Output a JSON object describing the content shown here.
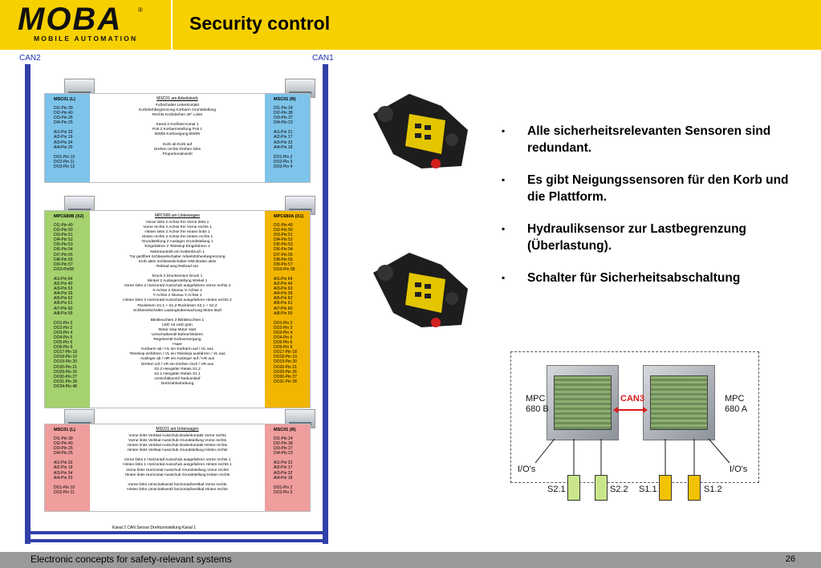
{
  "header": {
    "logo": "MOBA",
    "logo_sub": "MOBILE AUTOMATION",
    "reg": "®",
    "title": "Security control"
  },
  "footer": {
    "text": "Electronic concepts for safety-relevant systems",
    "page": "26"
  },
  "buses": {
    "left": "CAN2",
    "right": "CAN1"
  },
  "colors": {
    "yellow": "#f7d000",
    "blue_bus": "#3140a8",
    "blue_block": "#7ec3ea",
    "green_block": "#a5d16e",
    "pink_block": "#ef9d9d",
    "orange_block": "#f2b600"
  },
  "blocks": [
    {
      "left_head": "MSC01 (L)",
      "right_head": "MSC01 (R)",
      "mid_head": "MSC01 am Arbeitskorb",
      "left_pins": [
        "DI1-Pin 39",
        "DI2-Pin 40",
        "DI3-Pin 26",
        "DI4-Pin 25",
        "",
        "AI1-Pin 33",
        "AI2-Pin 19",
        "AI3-Pin 34",
        "AI4-Pin 20",
        "",
        "DO1-Pin 10",
        "DO2-Pin 11",
        "DO3-Pin 12"
      ],
      "right_pins": [
        "DI1-Pin 24",
        "DI2-Pin 38",
        "DI3-Pin 37",
        "DI4-Pin 23",
        "",
        "AI1-Pin 31",
        "AI2-Pin 17",
        "AI3-Pin 32",
        "AI4-Pin 18",
        "",
        "DO1-Pin 2",
        "DO2-Pin 3",
        "DO3-Pin 4"
      ],
      "rows": [
        "Fußschalter    Leiterkontakt",
        "Korbdrehbegrenzung    Korbarm Grundstellung",
        "Rechts Korbdrehen 45° Links",
        "",
        "Kanal 2 Korblast Kanal 1",
        "Poti 2 Korbarmstellung Poti 1",
        "BW05 Korbneigung BW06",
        "",
        "Korb ab    Korb auf",
        "Drehen rechts    Drehen links",
        "Proportionalventil"
      ]
    },
    {
      "left_head": "MPC680B (X2)",
      "right_head": "MPC680A (X1)",
      "mid_head": "MPC680 am Unterwagen",
      "left_pins": [
        "DI1-Pin 49",
        "DI2-Pin 50",
        "DI3-Pin 51",
        "DI4-Pin 52",
        "DI5-Pin 53",
        "DI6-Pin 54",
        "DI7-Pin 55",
        "DI8-Pin 56",
        "DI9-Pin 57",
        "DI10-Pin58",
        "",
        "AI1-Pin 64",
        "AI2-Pin 40",
        "AI3-Pin 63",
        "AI4-Pin 39",
        "AI5-Pin 62",
        "AI6-Pin 61",
        "AI7-Pin 60",
        "AI8-Pin 59",
        "",
        "DO1-Pin 2",
        "DO2-Pin 3",
        "DO3-Pin 4",
        "DO4-Pin 5",
        "DO5-Pin 6",
        "DO6-Pin 9",
        "DO17-Pin 18",
        "DO18-Pin 19",
        "DO19-Pin 20",
        "DO20-Pin 21",
        "DO29-Pin 26",
        "DO30-Pin 27",
        "DO31-Pin 28",
        "DO34-Pin 48"
      ],
      "right_pins": [
        "DI1-Pin 49",
        "DI2-Pin 50",
        "DI3-Pin 51",
        "DI4-Pin 52",
        "DI5-Pin 53",
        "DI6-Pin 54",
        "DI7-Pin 55",
        "DI8-Pin 56",
        "DI9-Pin 57",
        "DI10-Pin 58",
        "",
        "AI1-Pin 64",
        "AI2-Pin 40",
        "AI3-Pin 63",
        "AI4-Pin 39",
        "AI5-Pin 62",
        "AI6-Pin 61",
        "AI7-Pin 60",
        "AI8-Pin 59",
        "",
        "DO1-Pin 2",
        "DO2-Pin 3",
        "DO3-Pin 4",
        "DO4-Pin 5",
        "DO5-Pin 6",
        "DO6-Pin 9",
        "DO17-Pin 18",
        "DO18-Pin 19",
        "DO19-Pin 20",
        "DO20-Pin 21",
        "DO29-Pin 26",
        "DO30-Pin 27",
        "DO31-Pin 28"
      ],
      "rows": [
        "Vorne links 2 Achse frei Vorne links 1",
        "Vorne rechts 2 Achse frei Vorne rechts 1",
        "Hinten links 2 Achse frei Hinten links 1",
        "Hinten rechts 2 Achse frei Hinten rechts 1",
        "Grundstellung 2 Ausleger Grundstellung 1",
        "Eingefahren 2 Teleskop Eingefahren 1",
        "Nebenantrieb ein    Kettenbruch 1",
        "Tür geöffnet    Schlüsselschalter Arbeitshöhenbegrenzung",
        "Korb aktiv Schlüsselschalter HMI Boden aktiv",
        "Rebrad weg    Reibrad ran",
        "",
        "Druck 2 Drucksensor Druck 1",
        "Winkel 2 Auslegerstellung Winkel 1",
        "Vorne links 2 Horizontal Ausschub ausgefahren Vorne rechts 2",
        "X-Achse 2 Niveau X-Achse 1",
        "Y-Achse 2 Niveau Y-Achse 1",
        "Hinten links 2 Horizontal Ausschub ausgefahren Hinten rechts 2",
        "Rücklesen S1,1 + S1,2    Rücklesen S2,1 + S2,2",
        "Schlüsselschalter Ladungsüberwachung    Motor läuft",
        "",
        "Blinkleuchten 2    Blinkleuchten 1",
        "LED rot    LED grün",
        "Motor stop    Motor start",
        "Umschaltventil Bühne/Stützen",
        "Regelventil    Korbversorgung",
        "Hupe",
        "Korbarm ab / HL ein    Korbarm auf / HL aus",
        "Teleskop einfahren / VL ein    Teleskop ausfahren / VL aus",
        "Ausleger ab / HR ein    Ausleger auf / HR aus",
        "Drehen UZ / VR ein    Drehen GUZ / VR aus",
        "S2.2    Hengstler Relais    S1.2",
        "S2.1    Hengstler Relais    S1.1",
        "Umschaltventil Tankumlauf",
        "Drehzahlanhebung"
      ]
    },
    {
      "left_head": "MSC01 (L)",
      "right_head": "MSC01 (R)",
      "mid_head": "MSC01 am Unterwagen",
      "left_pins": [
        "DI1-Pin 39",
        "DI2-Pin 40",
        "DI3-Pin 26",
        "DI4-Pin 25",
        "",
        "AI1-Pin 33",
        "AI2-Pin 19",
        "AI3-Pin 34",
        "AI4-Pin 20",
        "",
        "DO1-Pin 10",
        "DO2-Pin 11"
      ],
      "right_pins": [
        "DI1-Pin 24",
        "DI2-Pin 38",
        "DI3-Pin 37",
        "DI4-Pin 23",
        "",
        "AI1-Pin 31",
        "AI2-Pin 17",
        "AI3-Pin 32",
        "AI4-Pin 18",
        "",
        "DO1-Pin 2",
        "DO2-Pin 3"
      ],
      "rows": [
        "Vorne links Vertikal Ausschub Bodenkontakt Vorne rechts",
        "Vorne links Vertikal Ausschub Grundstellung Vorne rechts",
        "Hinten links Vertikal Ausschub Bodenkontakt Hinten rechts",
        "Hinten links Vertikal Ausschub Grundstellung Hinten rechts",
        "",
        "Vorne links 1 Horizontal Ausschub ausgefahren Vorne rechts 1",
        "Hinten links 1 Horizontal Ausschub ausgefahren Hinten rechts 1",
        "Vorne links Horizontal Ausschub Grundstellung Vorne rechts",
        "Hinten links Horizontal Ausschub Grundstellung Hinten rechts",
        "",
        "Vorne links Umschaltventil horizontal/vertikal Vorne rechts",
        "Hinten links Umschaltventil horizontal/vertikal Hinten rechts"
      ]
    }
  ],
  "hub_label": "Kanal 2 CAN Sensor Drehturmstellung Kanal 1",
  "bullets": [
    "Alle sicherheitsrelevanten Sensoren sind redundant.",
    "Es gibt Neigungssensoren für den Korb und die Plattform.",
    "Hydrauliksensor zur Lastbegrenzung (Überlastung).",
    "Schalter für Sicherheitsabschaltung"
  ],
  "diagram": {
    "mpc_left": "MPC\n680 B",
    "mpc_right": "MPC\n680 A",
    "can3": "CAN3",
    "io_left": "I/O's",
    "io_right": "I/O's",
    "switches": [
      "S2.1",
      "S2.2",
      "S1.1",
      "S1.2"
    ]
  }
}
